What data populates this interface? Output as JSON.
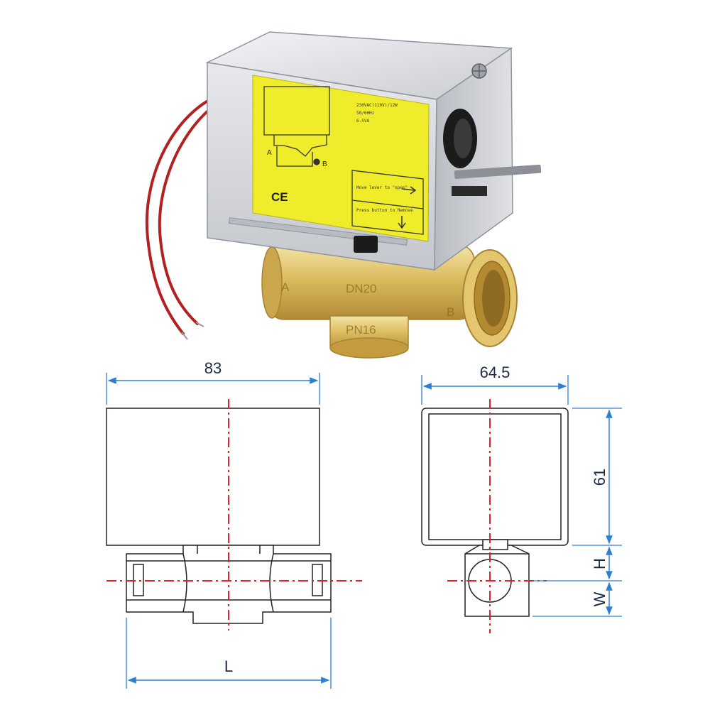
{
  "colors": {
    "dimension_line": "#2f7fd0",
    "center_line": "#e0202a",
    "outline": "#222222",
    "label_yellow": "#efec2b",
    "brass": "#d9b75a",
    "wire": "#b3201f",
    "housing": "#d5d8dd"
  },
  "product_label": {
    "rating_line1": "230VAC(110V)/12W",
    "rating_line2": "50/60Hz",
    "rating_line3": "6.5VA",
    "point_a": "A",
    "point_b": "B",
    "ce_mark": "CE",
    "lever_text": "Move lever to \"open\"",
    "button_text": "Press button to Remove"
  },
  "body_markings": {
    "port_a": "A",
    "port_b": "B",
    "size": "DN20",
    "pressure": "PN16"
  },
  "dimensions": {
    "width_front": "83",
    "width_side": "64.5",
    "height_actuator": "61",
    "height_neck": "H",
    "height_body": "W",
    "length_body": "L"
  }
}
